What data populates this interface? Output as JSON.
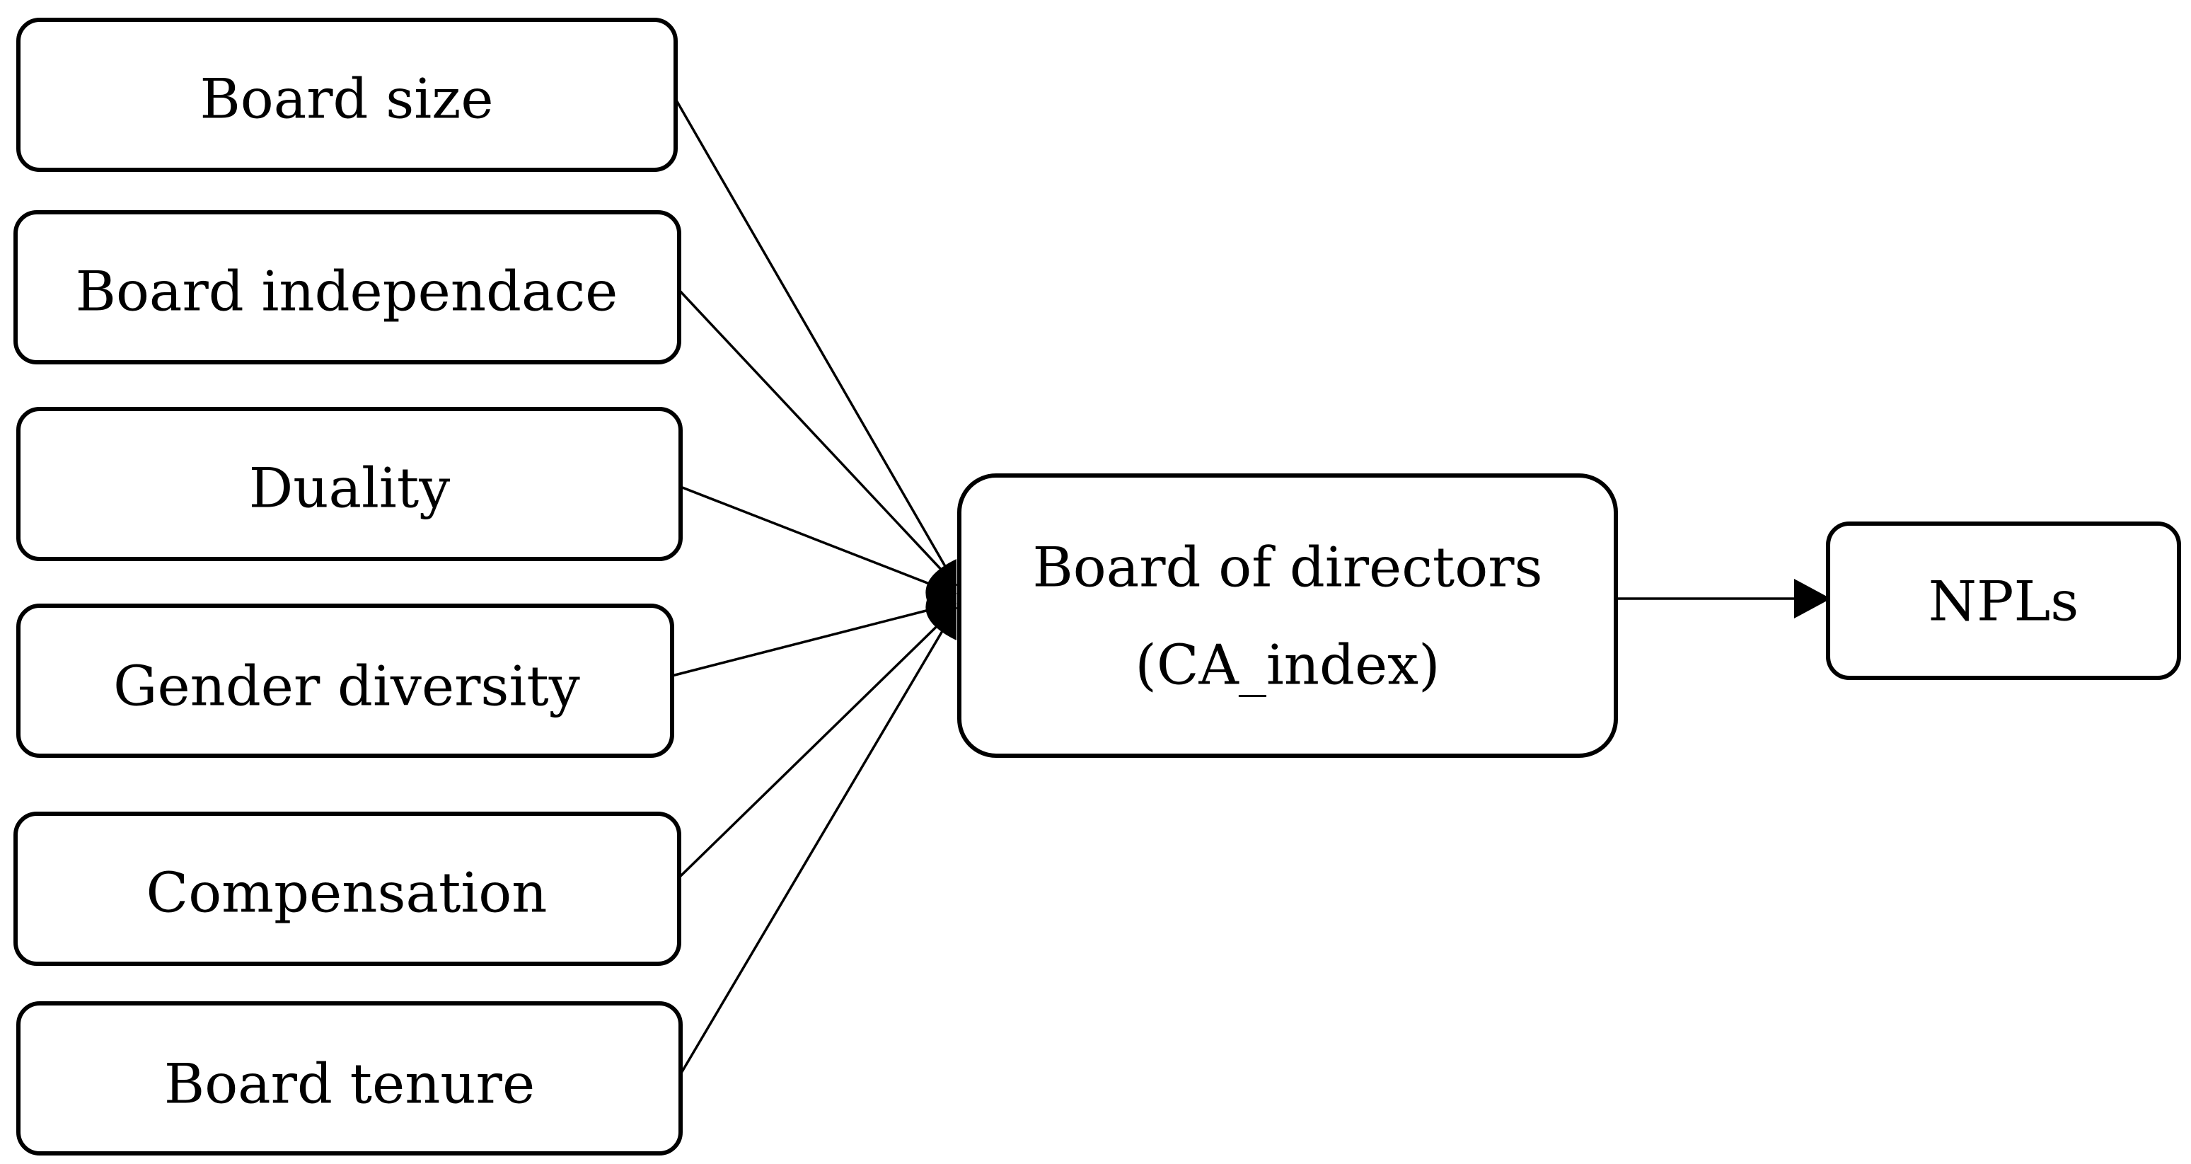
{
  "diagram": {
    "inputs": [
      {
        "id": "board-size",
        "label": "Board size"
      },
      {
        "id": "board-independence",
        "label": "Board independace"
      },
      {
        "id": "duality",
        "label": "Duality"
      },
      {
        "id": "gender-diversity",
        "label": "Gender diversity"
      },
      {
        "id": "compensation",
        "label": "Compensation"
      },
      {
        "id": "board-tenure",
        "label": "Board tenure"
      }
    ],
    "central": {
      "id": "board-of-directors",
      "line1": "Board of directors",
      "line2": "(CA_index)"
    },
    "output": {
      "id": "npls",
      "label": "NPLs"
    },
    "edges": [
      {
        "from": "board-size",
        "to": "board-of-directors"
      },
      {
        "from": "board-independence",
        "to": "board-of-directors"
      },
      {
        "from": "duality",
        "to": "board-of-directors"
      },
      {
        "from": "gender-diversity",
        "to": "board-of-directors"
      },
      {
        "from": "compensation",
        "to": "board-of-directors"
      },
      {
        "from": "board-tenure",
        "to": "board-of-directors"
      },
      {
        "from": "board-of-directors",
        "to": "npls"
      }
    ]
  }
}
